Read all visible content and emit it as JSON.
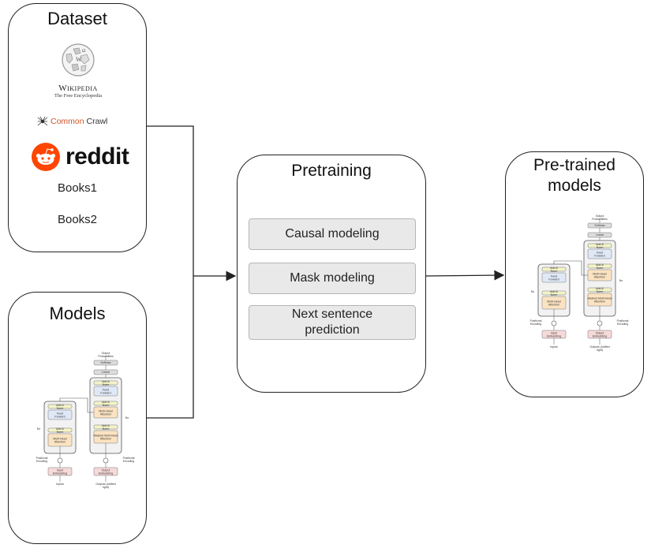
{
  "dataset": {
    "title": "Dataset",
    "sources": {
      "wikipedia_wordmark": "Wikipedia",
      "wikipedia_tagline": "The Free Encyclopedia",
      "commoncrawl_common": "Common",
      "commoncrawl_crawl": "Crawl",
      "reddit": "reddit",
      "books1": "Books1",
      "books2": "Books2"
    }
  },
  "models": {
    "title": "Models"
  },
  "pretraining": {
    "title": "Pretraining",
    "steps": [
      "Causal modeling",
      "Mask modeling",
      "Next sentence prediction"
    ]
  },
  "pretrained": {
    "title": "Pre-trained models"
  },
  "transformer_labels": {
    "output_probabilities": "Output Probabilities",
    "softmax": "Softmax",
    "linear": "Linear",
    "add_norm": "Add & Norm",
    "feed_forward": "Feed Forward",
    "multi_head_attention": "Multi-Head Attention",
    "masked_multi_head_attention": "Masked Multi-Head Attention",
    "positional_encoding": "Positional Encoding",
    "input_embedding": "Input Embedding",
    "output_embedding": "Output Embedding",
    "inputs": "Inputs",
    "outputs": "Outputs (shifted right)",
    "nx": "Nx"
  },
  "colors": {
    "reddit": "#ff4500",
    "commoncrawl": "#d0552a",
    "step_fill": "#e9e9e9",
    "attention_fill": "#fbe3c2",
    "feedforward_fill": "#dfe8f6",
    "addnorm_fill": "#f3f3c8"
  }
}
